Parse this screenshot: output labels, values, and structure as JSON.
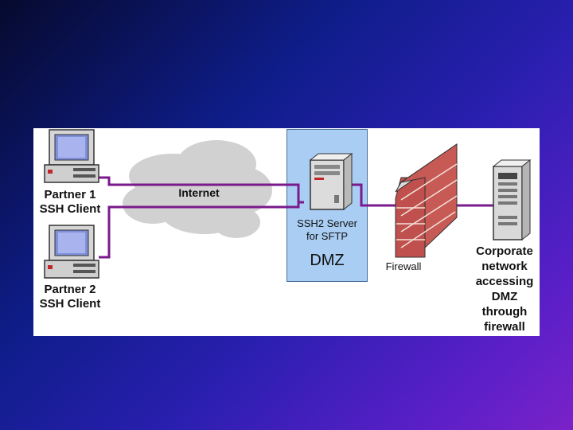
{
  "diagram": {
    "partner1": {
      "line1": "Partner 1",
      "line2": "SSH Client"
    },
    "partner2": {
      "line1": "Partner 2",
      "line2": "SSH Client"
    },
    "internet_label": "Internet",
    "server": {
      "line1": "SSH2 Server",
      "line2": "for SFTP"
    },
    "dmz_label": "DMZ",
    "firewall_label": "Firewall",
    "corporate": {
      "line1": "Corporate",
      "line2": "network",
      "line3": "accessing",
      "line4": "DMZ",
      "line5": "through",
      "line6": "firewall"
    },
    "colors": {
      "connection": "#7a1a8c",
      "dmz_fill": "#a9cdf3",
      "brick": "#c0504d",
      "cloud": "#c8c8c8"
    }
  }
}
